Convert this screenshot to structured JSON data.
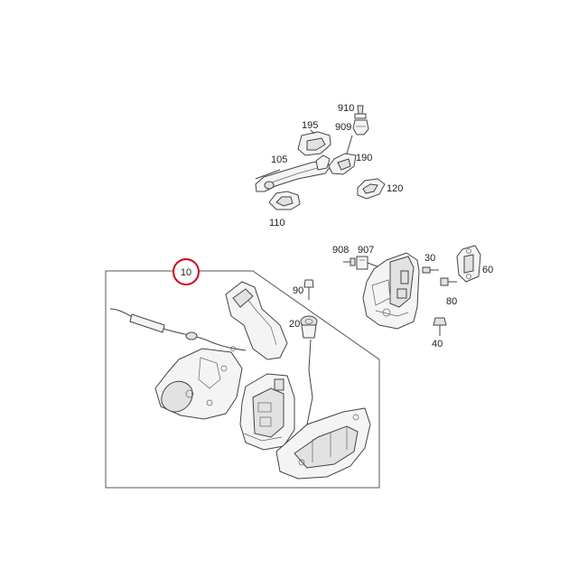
{
  "diagram": {
    "kit_number": "10",
    "kit_highlight_color": "#d0021b",
    "labels": {
      "p910": "910",
      "p909": "909",
      "p195": "195",
      "p105": "105",
      "p190": "190",
      "p120": "120",
      "p110": "110",
      "p908": "908",
      "p907": "907",
      "p30": "30",
      "p60": "60",
      "p80": "80",
      "p40": "40",
      "p90": "90",
      "p20": "20"
    }
  }
}
